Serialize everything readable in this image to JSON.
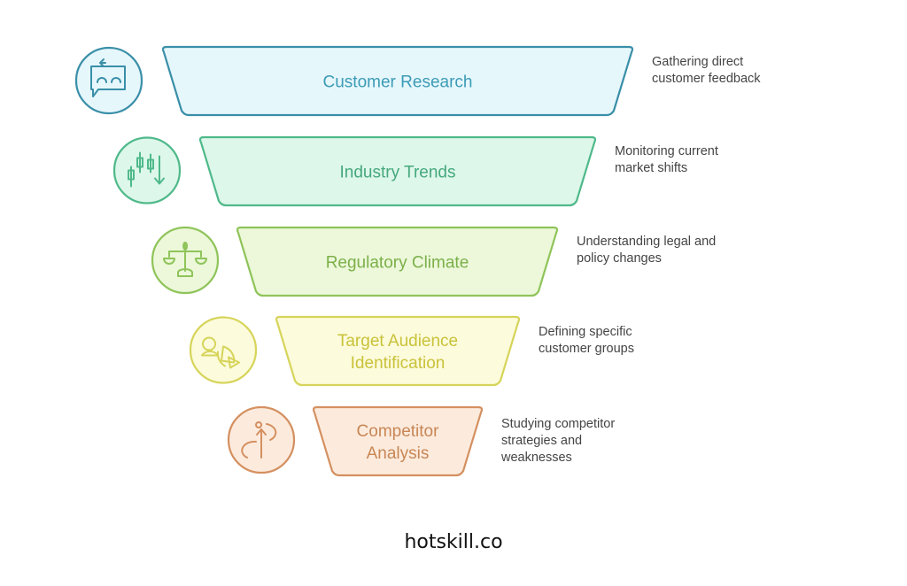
{
  "stages": [
    {
      "label": "Customer Research",
      "description": "Gathering direct\ncustomer feedback",
      "icon": "customer-chat-icon",
      "stroke": "#3a8fa8",
      "fill": "#e6f7fc",
      "text": "#3b9bb5"
    },
    {
      "label": "Industry Trends",
      "description": "Monitoring current\nmarket shifts",
      "icon": "candlestick-chart-icon",
      "stroke": "#4fb98a",
      "fill": "#ddf7ea",
      "text": "#46a87c"
    },
    {
      "label": "Regulatory Climate",
      "description": "Understanding legal and\npolicy changes",
      "icon": "scales-icon",
      "stroke": "#8fc45a",
      "fill": "#ecf8d9",
      "text": "#7cb04a"
    },
    {
      "label": "Target Audience\nIdentification",
      "description": "Defining specific\ncustomer groups",
      "icon": "audience-pie-icon",
      "stroke": "#d6d45a",
      "fill": "#fcfbdb",
      "text": "#c9c23a"
    },
    {
      "label": "Competitor\nAnalysis",
      "description": "Studying competitor\nstrategies and\nweaknesses",
      "icon": "strategy-path-icon",
      "stroke": "#d49060",
      "fill": "#fcebdd",
      "text": "#c88655"
    }
  ],
  "footer": "hotskill.co"
}
